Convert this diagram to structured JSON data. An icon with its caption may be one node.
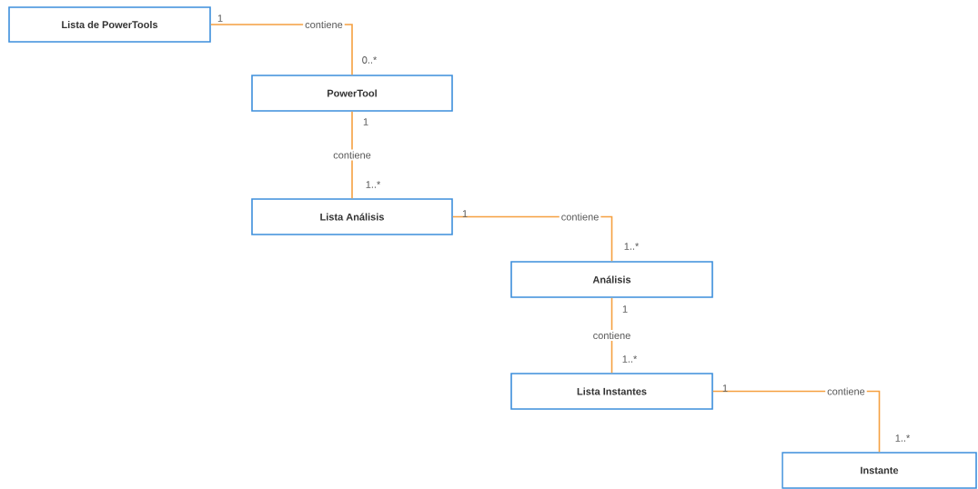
{
  "diagram": {
    "nodes": [
      {
        "text": [
          "Lista de PowerTools"
        ]
      },
      {
        "text": [
          "PowerTool"
        ]
      },
      {
        "text": [
          "Lista Análisis"
        ]
      },
      {
        "text": [
          "Análisis"
        ]
      },
      {
        "text": [
          "Lista Instantes"
        ]
      },
      {
        "text": [
          "Instante"
        ]
      }
    ],
    "edges": [
      {
        "from": 0,
        "to": 1,
        "arrow": "none",
        "label": "contiene"
      },
      {
        "from": 1,
        "to": 2,
        "arrow": "none",
        "label": "contiene"
      },
      {
        "from": 2,
        "to": 3,
        "arrow": "none",
        "label": "contiene"
      },
      {
        "from": 3,
        "to": 4,
        "arrow": "none",
        "label": "contiene"
      },
      {
        "from": 4,
        "to": 5,
        "arrow": "none",
        "label": "contiene"
      }
    ],
    "labels": [
      "1",
      "0..*",
      "1",
      "1..*",
      "1",
      "1..*",
      "1",
      "1..*",
      "1",
      "1..*"
    ]
  }
}
